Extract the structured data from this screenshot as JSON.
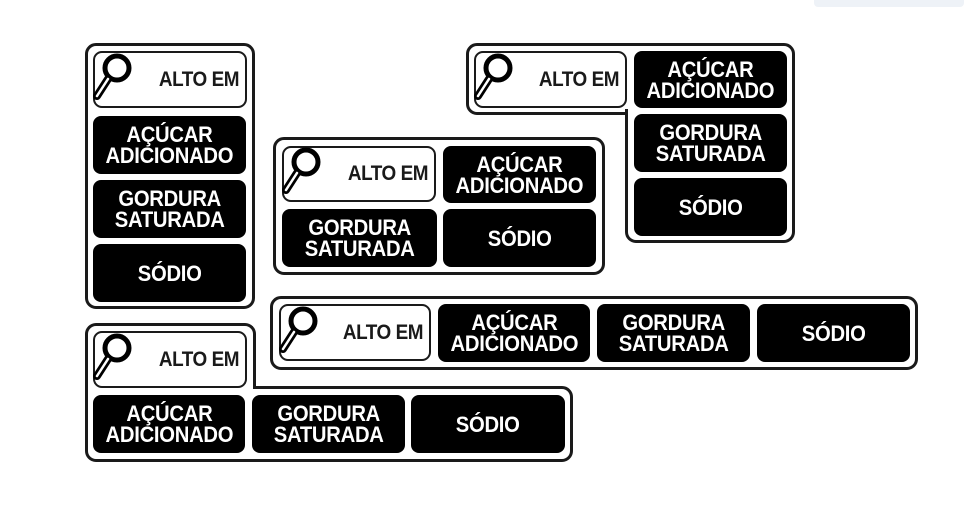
{
  "labels": {
    "alto_em": "ALTO EM",
    "acucar": "AÇÚCAR\nADICIONADO",
    "gordura": "GORDURA\nSATURADA",
    "sodio": "SÓDIO"
  },
  "icons": {
    "magnifier": "magnifying-glass-icon"
  },
  "colors": {
    "ink": "#000000",
    "background": "#ffffff"
  }
}
